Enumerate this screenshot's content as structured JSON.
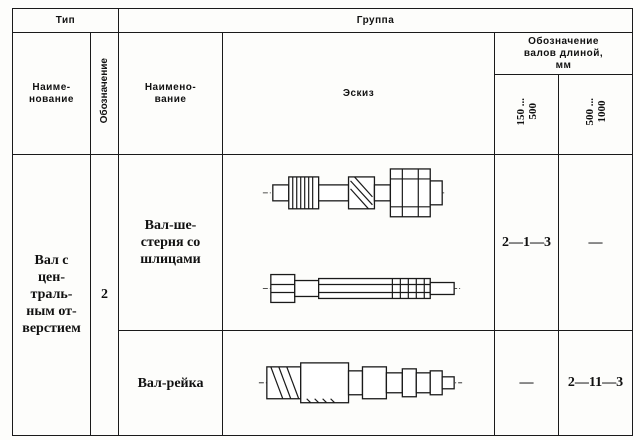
{
  "header": {
    "type": "Тип",
    "group": "Группа",
    "name_type": "Наиме-\nнование",
    "designation": "Обозначение",
    "name_group": "Наимено-\nвание",
    "sketch": "Эскиз",
    "designation_length": "Обозначение\nвалов длиной,\nмм",
    "length_1": "150 ...\n500",
    "length_2": "500 ...\n1000"
  },
  "rows": [
    {
      "type_name": "Вал с\nцен-\nтраль-\nным от-\nверстием",
      "type_code": "2",
      "group_name": "Вал-ше-\nстерня со\nшлицами",
      "code_1": "2—1—3",
      "code_2": "—"
    },
    {
      "group_name": "Вал-рейка",
      "code_1": "—",
      "code_2": "2—11—3"
    }
  ]
}
